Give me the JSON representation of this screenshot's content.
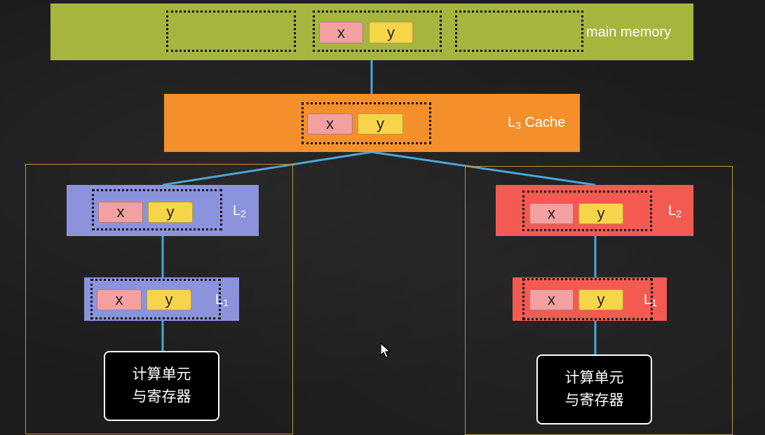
{
  "diagram": {
    "main_memory": {
      "label": "main memory",
      "color": "#a5b53e"
    },
    "l3": {
      "label_main": "L",
      "label_sub": "3",
      "label_rest": " Cache",
      "color": "#f3902b"
    },
    "cell_x": "x",
    "cell_y": "y",
    "left_core": {
      "l2": {
        "label_main": "L",
        "label_sub": "2",
        "color": "#8b93dc"
      },
      "l1": {
        "label_main": "L",
        "label_sub": "1",
        "color": "#8b93dc"
      },
      "unit": {
        "line1": "计算单元",
        "line2": "与寄存器"
      }
    },
    "right_core": {
      "l2": {
        "label_main": "L",
        "label_sub": "2",
        "color": "#f35a52"
      },
      "l1": {
        "label_main": "L",
        "label_sub": "1",
        "color": "#f35a52"
      },
      "unit": {
        "line1": "计算单元",
        "line2": "与寄存器"
      }
    },
    "connector_color": "#4aa6d8"
  }
}
